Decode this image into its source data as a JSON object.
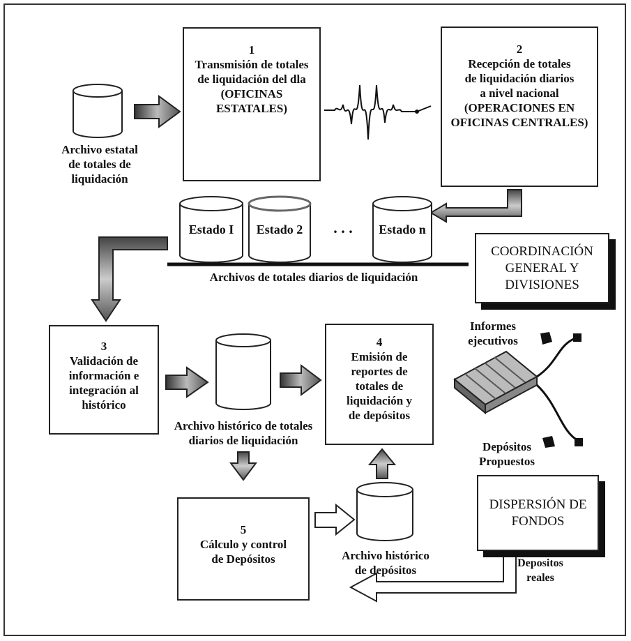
{
  "archivo_estatal": {
    "line1": "Archivo estatal",
    "line2": "de totales de",
    "line3": "liquidación"
  },
  "step1": {
    "number": "1",
    "line1": "Transmisión de totales",
    "line2": "de liquidación del dla",
    "line3": "(OFICINAS",
    "line4": "ESTATALES)"
  },
  "step2": {
    "number": "2",
    "line1": "Recepción de totales",
    "line2": "de liquidación diarios",
    "line3": "a nivel nacional",
    "line4": "(OPERACIONES EN",
    "line5": "OFICINAS CENTRALES)"
  },
  "estados": {
    "e1": "Estado I",
    "e2": "Estado 2",
    "dots": ". . .",
    "en": "Estado n",
    "caption": "Archivos de totales diarios de liquidación"
  },
  "coordinacion": {
    "line1": "COORDINACIÓN",
    "line2": "GENERAL Y",
    "line3": "DIVISIONES"
  },
  "informes": {
    "line1": "Informes",
    "line2": "ejecutivos"
  },
  "step3": {
    "number": "3",
    "line1": "Validación de",
    "line2": "información e",
    "line3": "integración al",
    "line4": "histórico"
  },
  "historico": {
    "line1": "Archivo histórico de totales",
    "line2": "diarios de liquidación"
  },
  "step4": {
    "number": "4",
    "line1": "Emisión de",
    "line2": "reportes de",
    "line3": "totales de",
    "line4": "liquidación y",
    "line5": "de depósitos"
  },
  "depositos_propuestos": {
    "line1": "Depósitos",
    "line2": "Propuestos"
  },
  "step5": {
    "number": "5",
    "line1": "Cálculo y control",
    "line2": "de Depósitos"
  },
  "hist_depositos": {
    "line1": "Archivo histórico",
    "line2": "de depósitos"
  },
  "dispersion": {
    "line1": "DISPERSIÓN DE",
    "line2": "FONDOS"
  },
  "depositos_reales": {
    "line1": "Depositos",
    "line2": "reales"
  }
}
